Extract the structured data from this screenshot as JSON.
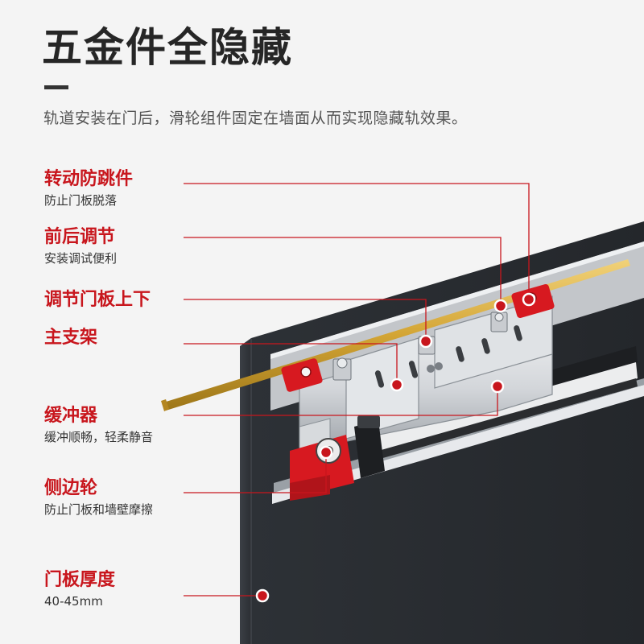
{
  "header": {
    "title": "五金件全隐藏",
    "subtitle": "轨道安装在门后，滑轮组件固定在墙面从而实现隐藏轨效果。"
  },
  "callouts": [
    {
      "name": "转动防跳件",
      "desc": "防止门板脱落"
    },
    {
      "name": "前后调节",
      "desc": "安装调试便利"
    },
    {
      "name": "调节门板上下",
      "desc": ""
    },
    {
      "name": "主支架",
      "desc": ""
    },
    {
      "name": "缓冲器",
      "desc": "缓冲顺畅，轻柔静音"
    },
    {
      "name": "侧边轮",
      "desc": "防止门板和墙壁摩擦"
    },
    {
      "name": "门板厚度",
      "desc": "40-45mm"
    }
  ],
  "colors": {
    "accent_red": "#c8161d",
    "door_panel": "#2a2d31",
    "rail_brass": "#d4a937",
    "background": "#f4f4f4"
  }
}
